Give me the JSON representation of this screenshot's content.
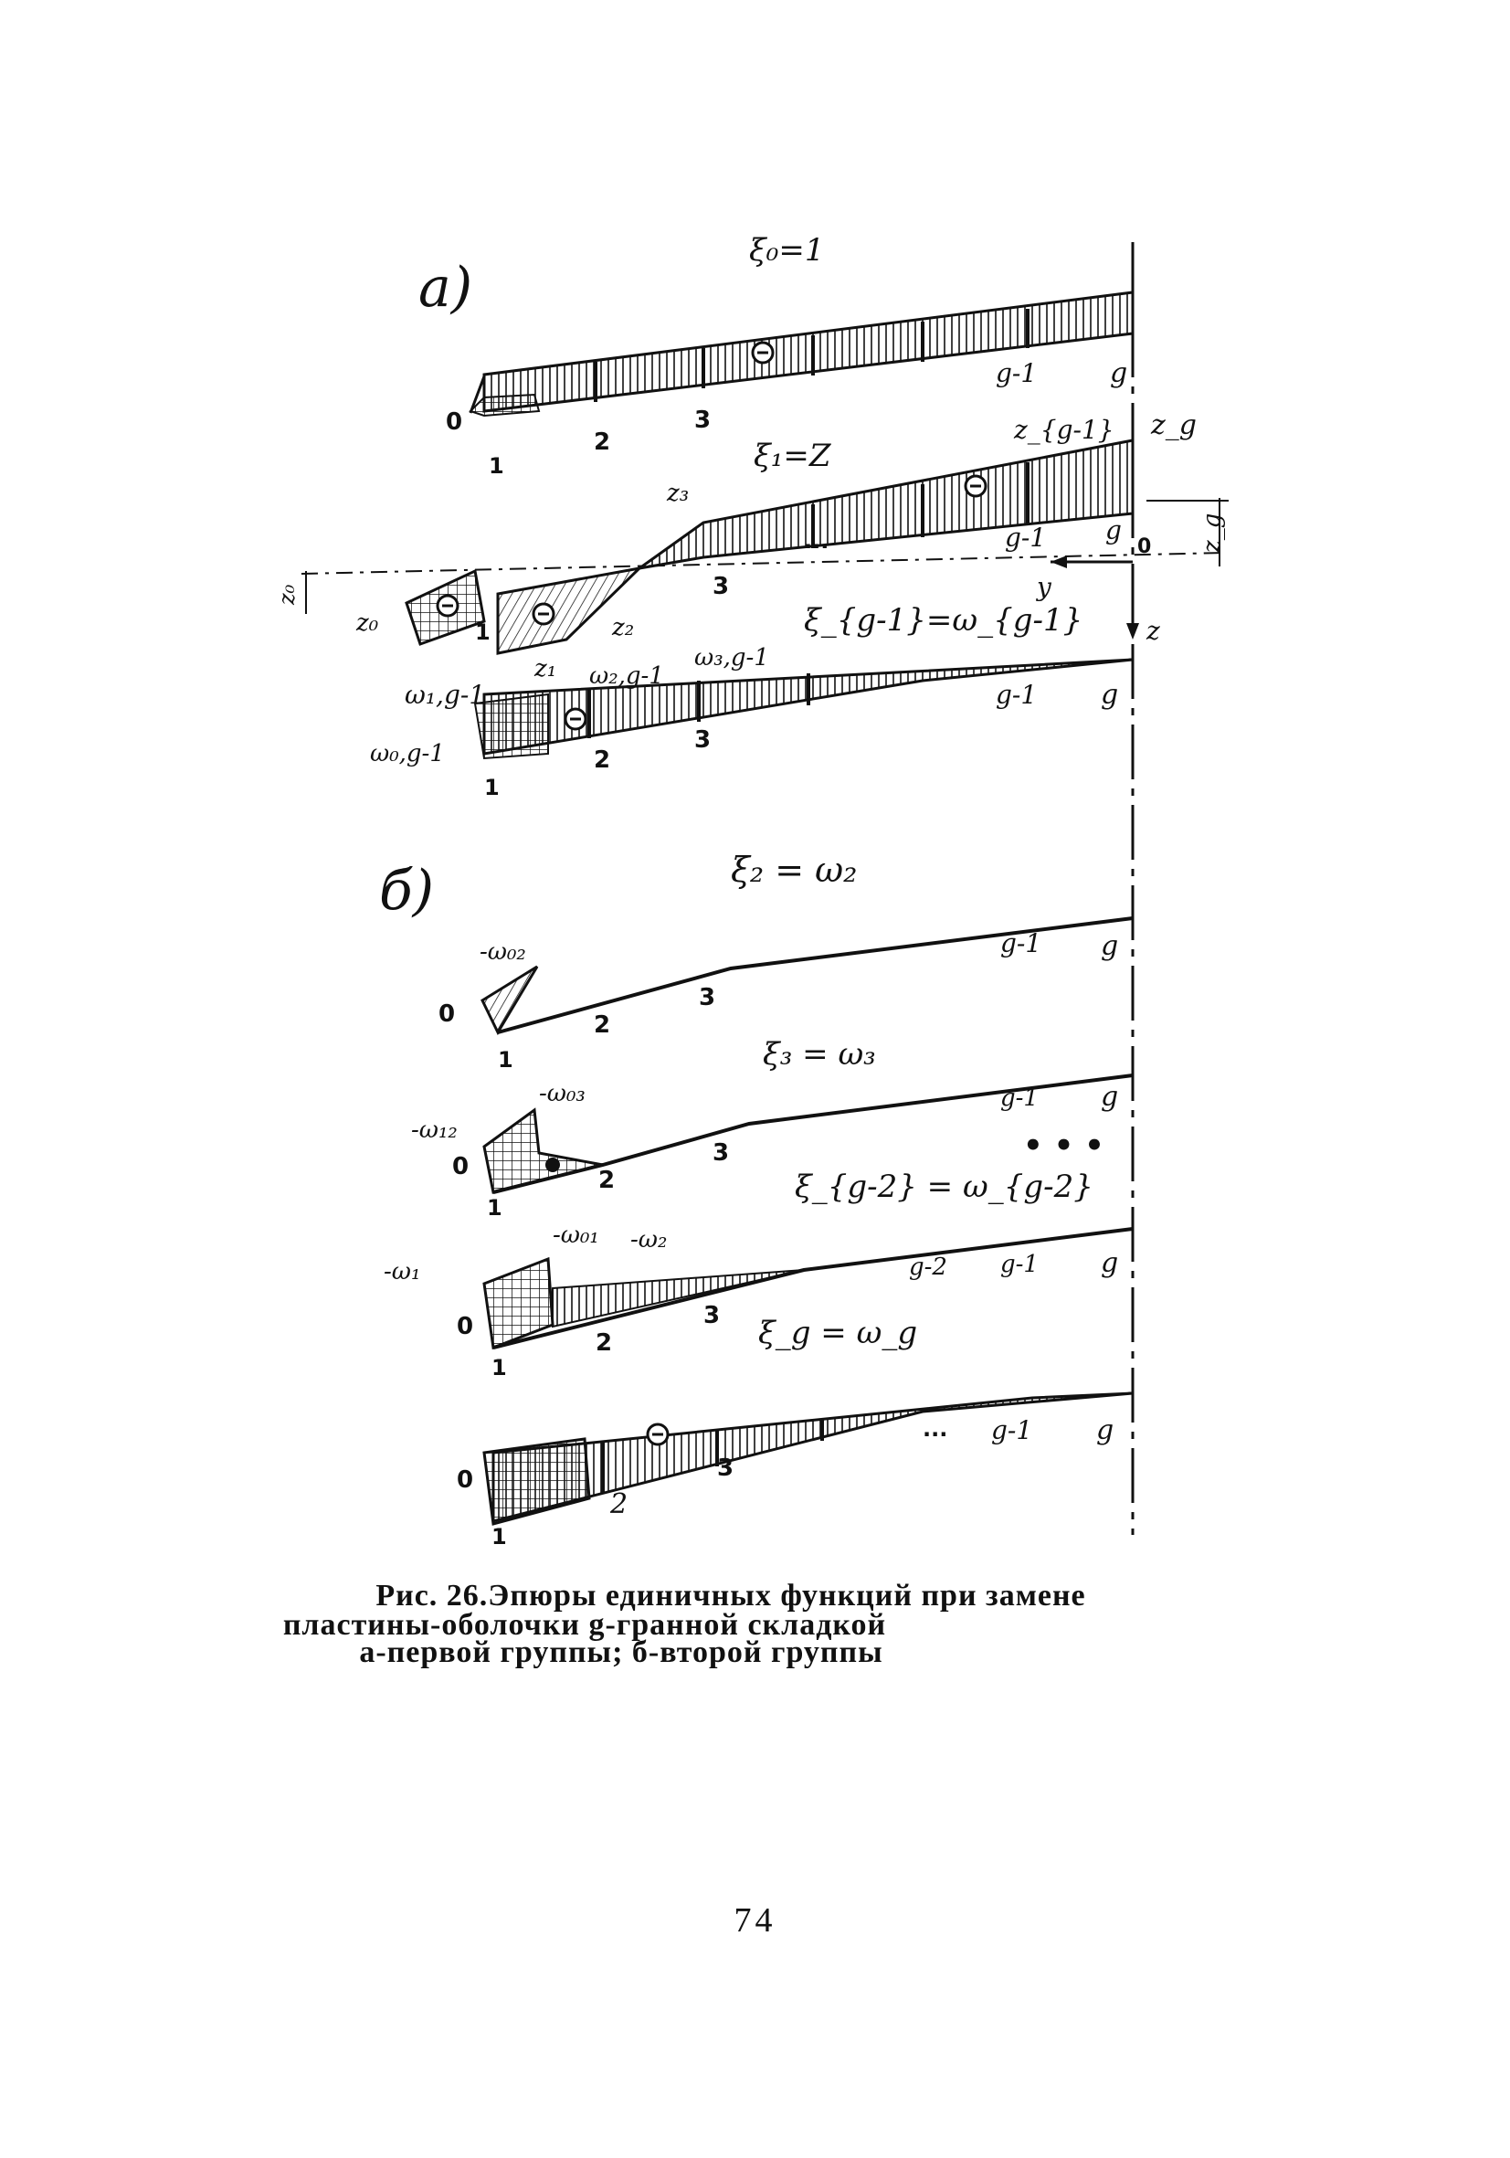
{
  "figure": {
    "panel_a": {
      "marker": "a)",
      "titles": [
        "ξ₀=1",
        "ξ₁=Z",
        "ξ_{g-1}=ω_{g-1}"
      ],
      "labels": [
        "0",
        "1",
        "2",
        "3",
        "g-1",
        "g",
        "z_g",
        "z_{g-1}",
        "z₃",
        "z₂",
        "z₁",
        "z₀",
        "y",
        "z",
        "ω₁,g-1",
        "ω₂,g-1",
        "ω₃,g-1",
        "ω₀,g-1",
        "...",
        "0"
      ],
      "minus_sign": "⊖"
    },
    "panel_b": {
      "marker": "б)",
      "titles": [
        "ξ₂ = ω₂",
        "ξ₃ = ω₃",
        "ξ_{g-2} = ω_{g-2}",
        "ξ_g = ω_g"
      ],
      "labels": [
        "-ω₀₂",
        "-ω₀₃",
        "-ω₁₂",
        "-ω₀₁",
        "-ω₂",
        "-ω₁",
        "0",
        "1",
        "2",
        "3",
        "g-2",
        "g-1",
        "g",
        "..."
      ],
      "minus_sign": "⊖",
      "continuation": "• • •"
    }
  },
  "caption": {
    "line1": "Рис. 26.Эпюры единичных функций при замене",
    "line2": "пластины-оболочки g-гранной складкой",
    "line3": "а-первой группы; б-второй группы"
  },
  "page_number": "74"
}
